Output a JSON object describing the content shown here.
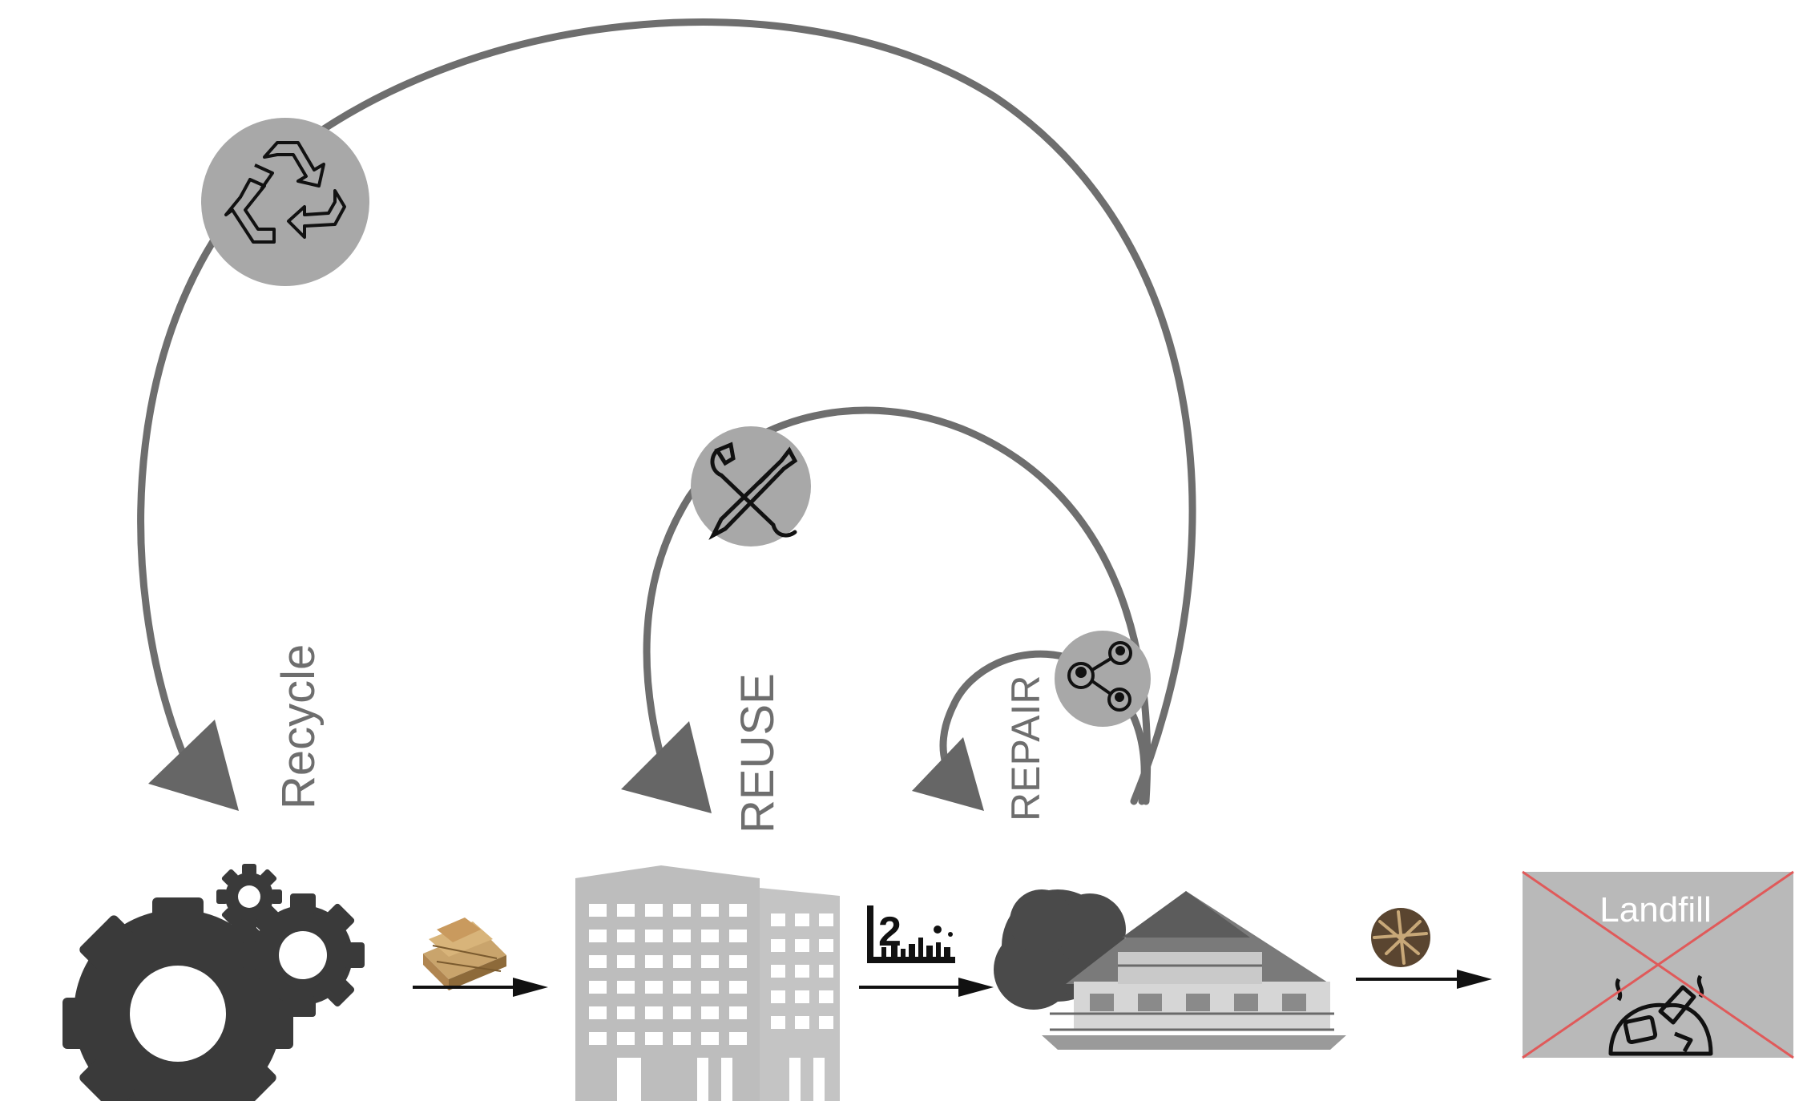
{
  "loops": {
    "recycle_label": "Recycle",
    "reuse_label": "REUSE",
    "repair_label": "REPAIR"
  },
  "landfill": {
    "label": "Landfill"
  },
  "icons": {
    "recycle": "recycle-icon",
    "reuse": "wrench-screwdriver-icon",
    "repair": "people-network-icon",
    "factory": "gears-icon",
    "building": "apartment-building-icon",
    "house": "house-icon",
    "lumber": "lumber-stack-icon",
    "city": "city-skyline-icon",
    "debris": "wood-debris-icon",
    "waste": "garbage-pile-icon"
  },
  "colors": {
    "loop_stroke": "#6e6e6e",
    "badge_fill": "#a8a8a8",
    "label_text": "#6e6e6e",
    "gear_fill": "#3a3a3a",
    "building_fill": "#bdbdbd",
    "landfill_box": "#b9b9b9",
    "landfill_cross": "#e05a5a"
  }
}
